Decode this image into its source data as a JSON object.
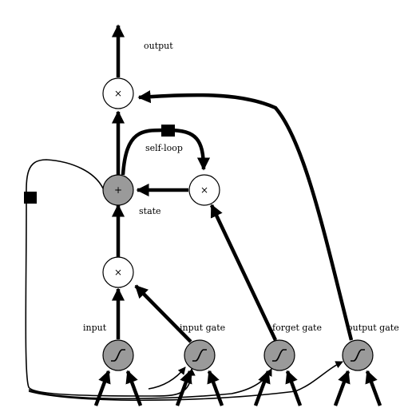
{
  "labels": {
    "output": "output",
    "self_loop": "self-loop",
    "state": "state",
    "input": "input",
    "input_gate": "input gate",
    "forget_gate": "forget gate",
    "output_gate": "output gate"
  },
  "symbols": {
    "multiply": "×",
    "add": "+"
  },
  "nodes": [
    {
      "id": "out-mult",
      "type": "multiply",
      "fill": "white"
    },
    {
      "id": "state-add",
      "type": "add",
      "fill": "gray"
    },
    {
      "id": "loop-mult",
      "type": "multiply",
      "fill": "white"
    },
    {
      "id": "in-mult",
      "type": "multiply",
      "fill": "white"
    },
    {
      "id": "input-unit",
      "type": "sigmoid",
      "fill": "gray"
    },
    {
      "id": "input-gate-unit",
      "type": "sigmoid",
      "fill": "gray"
    },
    {
      "id": "forget-gate-unit",
      "type": "sigmoid",
      "fill": "gray"
    },
    {
      "id": "output-gate-unit",
      "type": "sigmoid",
      "fill": "gray"
    }
  ],
  "icons": [
    "delay-square-icon",
    "sigmoid-icon",
    "arrowhead-icon"
  ],
  "colors": {
    "node_gray": "#9a9a9a",
    "node_white": "#ffffff",
    "stroke": "#000000"
  }
}
